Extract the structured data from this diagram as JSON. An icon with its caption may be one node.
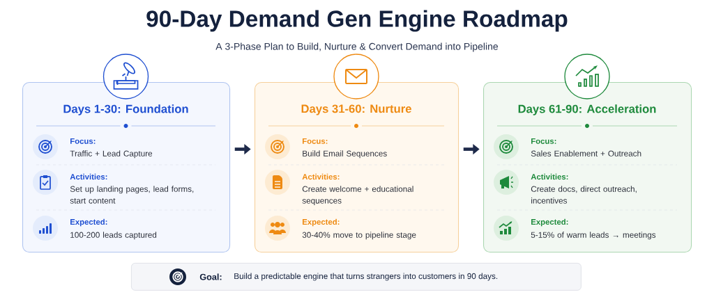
{
  "diagram": {
    "title": "90-Day Demand Gen Engine Roadmap",
    "labels": [
      "A 3-Phase Plan to Build, Nurture & Convert Demand into Pipeline"
    ],
    "nodes": [
      {
        "text": [
          "Days 1-30: Foundation",
          "Focus:",
          "Traffic + Lead Capture",
          "Activities:",
          "Set up landing pages, lead forms, start content",
          "Expected:",
          "100-200 leads captured"
        ]
      },
      {
        "text": [
          "Days 31-60: Nurture",
          "Focus:",
          "Build Email Sequences",
          "Activities:",
          "Create welcome + educational sequences",
          "Expected:",
          "30-40% move to pipeline stage"
        ]
      },
      {
        "text": [
          "Days 61-90: Acceleration",
          "Focus:",
          "Sales Enablement + Outreach",
          "Activities:",
          "Create docs, direct outreach, incentives",
          "Expected:",
          "5-15% of warm leads → meetings"
        ]
      },
      {
        "text": [
          "Goal:",
          "Build a predictable engine that turns strangers into customers in 90 days."
        ]
      }
    ],
    "edges": [
      {
        "from": 0,
        "to": 1,
        "arrow": "to"
      },
      {
        "from": 1,
        "to": 2,
        "arrow": "to"
      }
    ]
  }
}
